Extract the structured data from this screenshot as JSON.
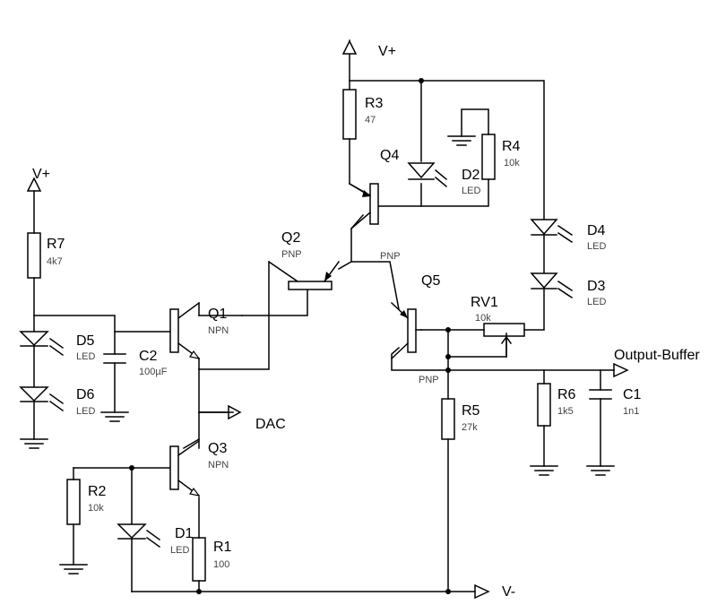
{
  "nets": {
    "vplus_top": "V+",
    "vplus_left": "V+",
    "vminus": "V-",
    "dac": "DAC",
    "output": "Output-Buffer"
  },
  "components": {
    "R1": {
      "ref": "R1",
      "value": "100"
    },
    "R2": {
      "ref": "R2",
      "value": "10k"
    },
    "R3": {
      "ref": "R3",
      "value": "47"
    },
    "R4": {
      "ref": "R4",
      "value": "10k"
    },
    "R5": {
      "ref": "R5",
      "value": "27k"
    },
    "R6": {
      "ref": "R6",
      "value": "1k5"
    },
    "R7": {
      "ref": "R7",
      "value": "4k7"
    },
    "RV1": {
      "ref": "RV1",
      "value": "10k"
    },
    "C1": {
      "ref": "C1",
      "value": "1n1"
    },
    "C2": {
      "ref": "C2",
      "value": "100µF"
    },
    "D1": {
      "ref": "D1",
      "value": "LED"
    },
    "D2": {
      "ref": "D2",
      "value": "LED"
    },
    "D3": {
      "ref": "D3",
      "value": "LED"
    },
    "D4": {
      "ref": "D4",
      "value": "LED"
    },
    "D5": {
      "ref": "D5",
      "value": "LED"
    },
    "D6": {
      "ref": "D6",
      "value": "LED"
    },
    "Q1": {
      "ref": "Q1",
      "type": "NPN"
    },
    "Q2": {
      "ref": "Q2",
      "type": "PNP"
    },
    "Q3": {
      "ref": "Q3",
      "type": "NPN"
    },
    "Q4": {
      "ref": "Q4"
    },
    "Q5": {
      "ref": "Q5",
      "type": "PNP"
    },
    "Q5_top": {
      "type": "PNP"
    }
  }
}
